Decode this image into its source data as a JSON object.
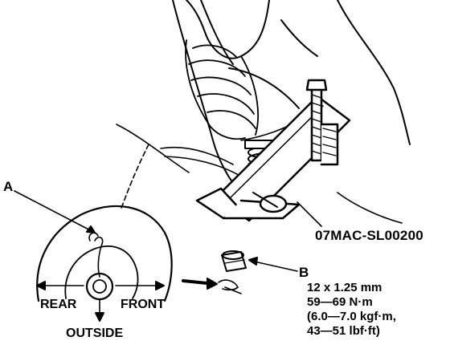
{
  "callouts": {
    "a": "A",
    "b": "B"
  },
  "tool": {
    "part_number": "07MAC-SL00200"
  },
  "inset": {
    "rear": "REAR",
    "front": "FRONT",
    "outside": "OUTSIDE"
  },
  "torque_spec": {
    "size": "12 x 1.25 mm",
    "nm": "59—69 N·m",
    "kgfm": "(6.0—7.0 kgf·m,",
    "lbfft": "43—51 lbf·ft)"
  },
  "colors": {
    "line": "#000000",
    "background": "#ffffff"
  }
}
